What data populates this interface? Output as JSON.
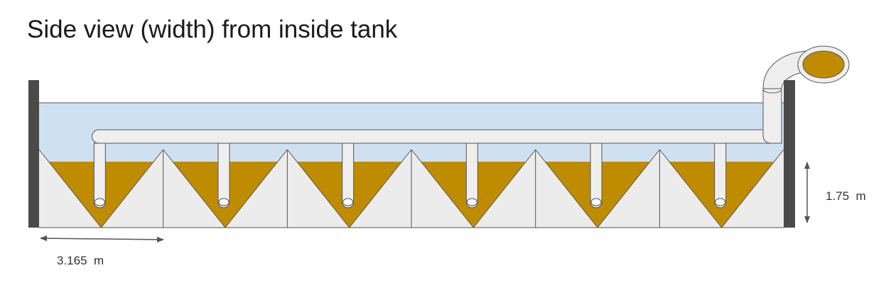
{
  "title": "Side view (width) from inside tank",
  "dimensions": {
    "trough_width": "3.165  m",
    "sludge_height": "1.75  m"
  },
  "trough_count": 6,
  "colors": {
    "water": "#cfe0f1",
    "sludge": "#bf8c00",
    "hopper": "#ececec",
    "wall": "#4a4a4a",
    "pipe": "#eeeeee",
    "outline": "#555555"
  }
}
